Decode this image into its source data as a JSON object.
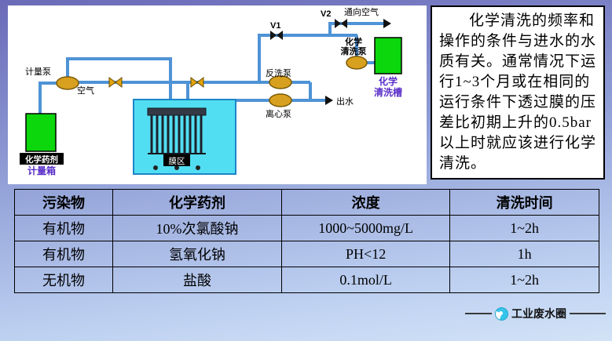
{
  "colors": {
    "tank_green": "#0cd60c",
    "pipe_blue": "#4e93d6",
    "water_cyan": "#52def2",
    "pump_orange": "#d8a01f",
    "label_purple": "#5a2fc8"
  },
  "diagram": {
    "metering_pump": "计量泵",
    "air": "空气",
    "chemical_agent": "化学药剂",
    "metering_tank": "计量箱",
    "membrane_zone": "膜区",
    "backwash_pump": "反洗泵",
    "centrifugal_pump": "离心泵",
    "outlet_water": "出水",
    "valve1": "V1",
    "valve2": "V2",
    "to_air": "通向空气",
    "cleaning_pump_line1": "化学",
    "cleaning_pump_line2": "清洗泵",
    "cleaning_tank_line1": "化学",
    "cleaning_tank_line2": "清洗槽"
  },
  "info": {
    "text": "化学清洗的频率和操作的条件与进水的水质有关。通常情况下运行1~3个月或在相同的运行条件下透过膜的压差比初期上升的0.5bar以上时就应该进行化学清洗。"
  },
  "table": {
    "headers": [
      "污染物",
      "化学药剂",
      "浓度",
      "清洗时间"
    ],
    "rows": [
      [
        "有机物",
        "10%次氯酸钠",
        "1000~5000mg/L",
        "1~2h"
      ],
      [
        "有机物",
        "氢氧化钠",
        "PH<12",
        "1h"
      ],
      [
        "无机物",
        "盐酸",
        "0.1mol/L",
        "1~2h"
      ]
    ]
  },
  "footer": {
    "watermark": "工业废水圈"
  }
}
